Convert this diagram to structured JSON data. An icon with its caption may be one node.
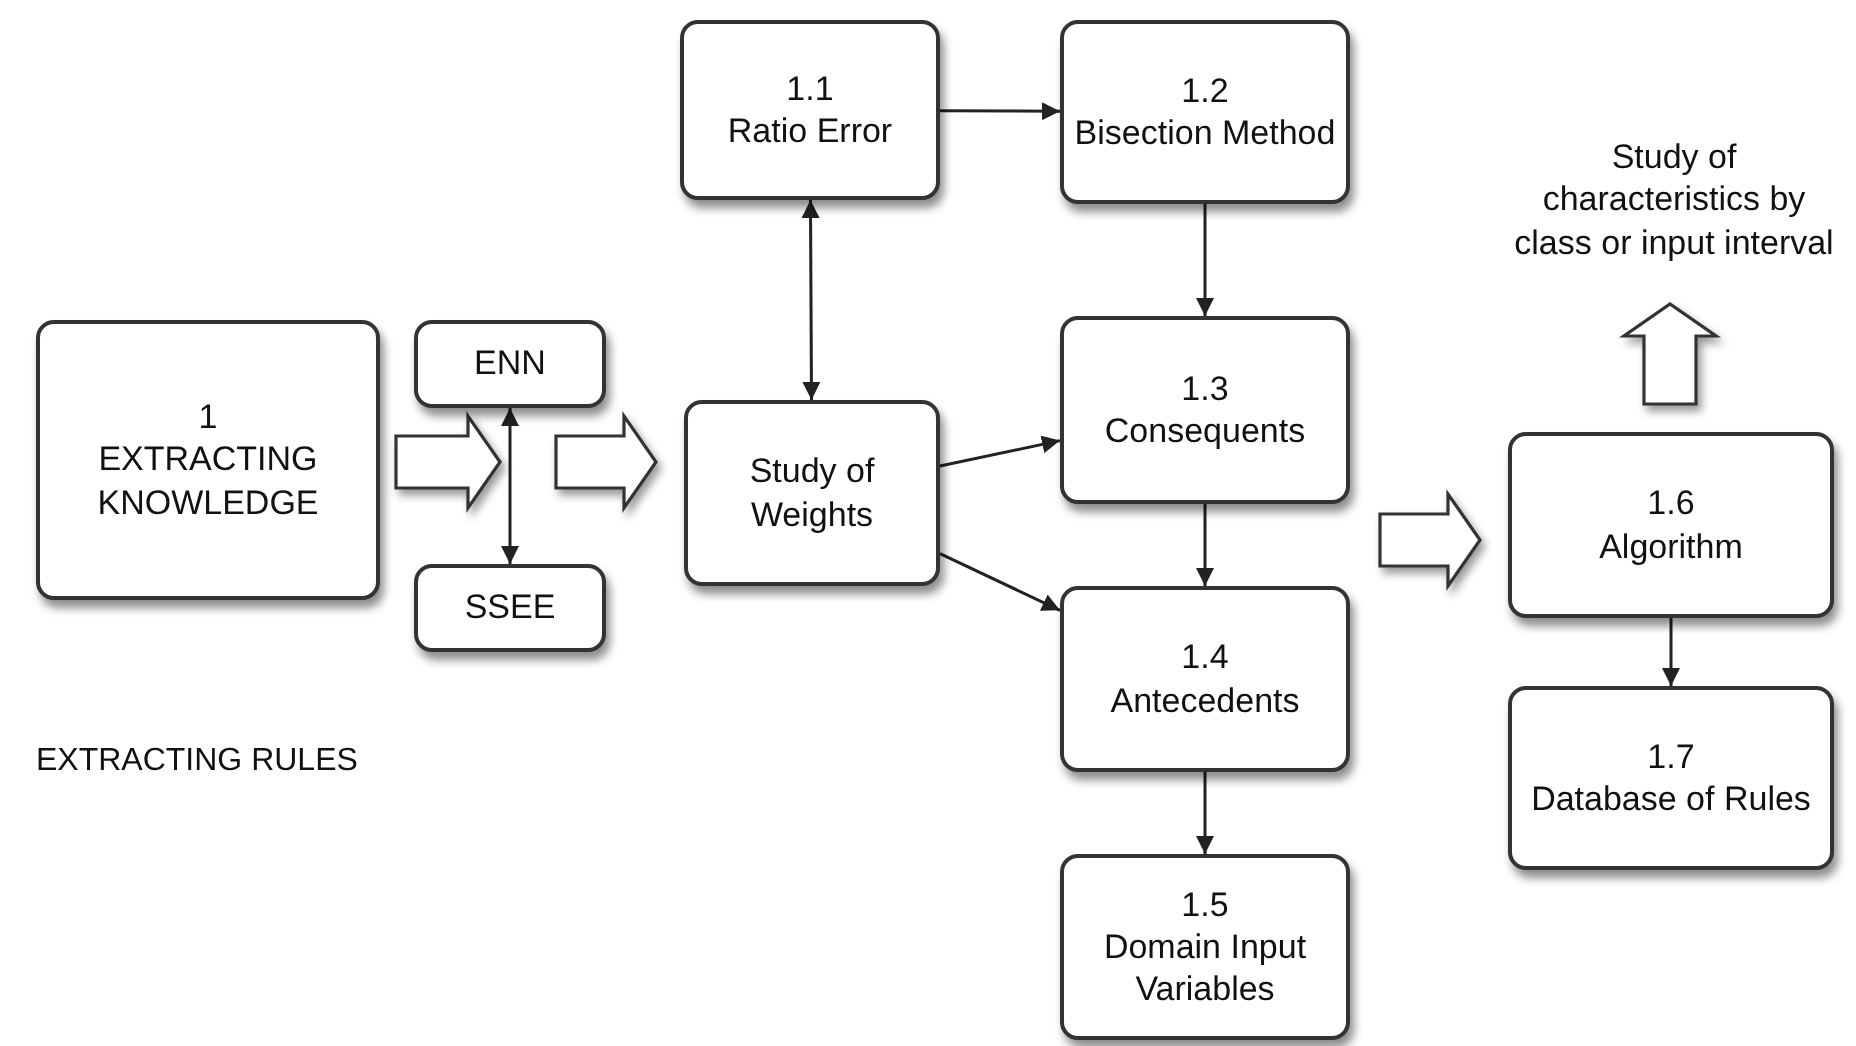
{
  "diagram": {
    "nodes": [
      {
        "text": [
          "1",
          "EXTRACTING KNOWLEDGE"
        ]
      },
      {
        "text": [
          "ENN"
        ]
      },
      {
        "text": [
          "SSEE"
        ]
      },
      {
        "text": [
          "1.1",
          "Ratio Error"
        ]
      },
      {
        "text": [
          "1.2",
          "Bisection Method"
        ]
      },
      {
        "text": [
          "Study of Weights"
        ]
      },
      {
        "text": [
          "1.3",
          "Consequents"
        ]
      },
      {
        "text": [
          "1.4",
          "Antecedents"
        ]
      },
      {
        "text": [
          "1.5",
          "Domain Input Variables"
        ]
      },
      {
        "text": [
          "1.6",
          "Algorithm"
        ]
      },
      {
        "text": [
          "1.7",
          "Database of Rules"
        ]
      },
      {
        "text": [
          "Study of characteristics by class or input interval"
        ]
      }
    ],
    "edges": [
      {
        "from": 1,
        "to": 2,
        "arrow": "both"
      },
      {
        "from": 3,
        "to": 5,
        "arrow": "both"
      },
      {
        "from": 3,
        "to": 4,
        "arrow": "to"
      },
      {
        "from": 4,
        "to": 6,
        "arrow": "to"
      },
      {
        "from": 5,
        "to": 6,
        "arrow": "to"
      },
      {
        "from": 5,
        "to": 7,
        "arrow": "to"
      },
      {
        "from": 6,
        "to": 7,
        "arrow": "to"
      },
      {
        "from": 7,
        "to": 8,
        "arrow": "to"
      },
      {
        "from": 9,
        "to": 10,
        "arrow": "to"
      },
      {
        "from": 0,
        "to": null,
        "arrow": "to",
        "style": "thick"
      },
      {
        "from": null,
        "to": 5,
        "arrow": "to",
        "style": "thick"
      },
      {
        "from": null,
        "to": 9,
        "arrow": "to",
        "style": "thick"
      },
      {
        "from": 9,
        "to": 11,
        "arrow": "to",
        "style": "thick"
      }
    ],
    "labels": [
      "EXTRACTING RULES"
    ]
  }
}
